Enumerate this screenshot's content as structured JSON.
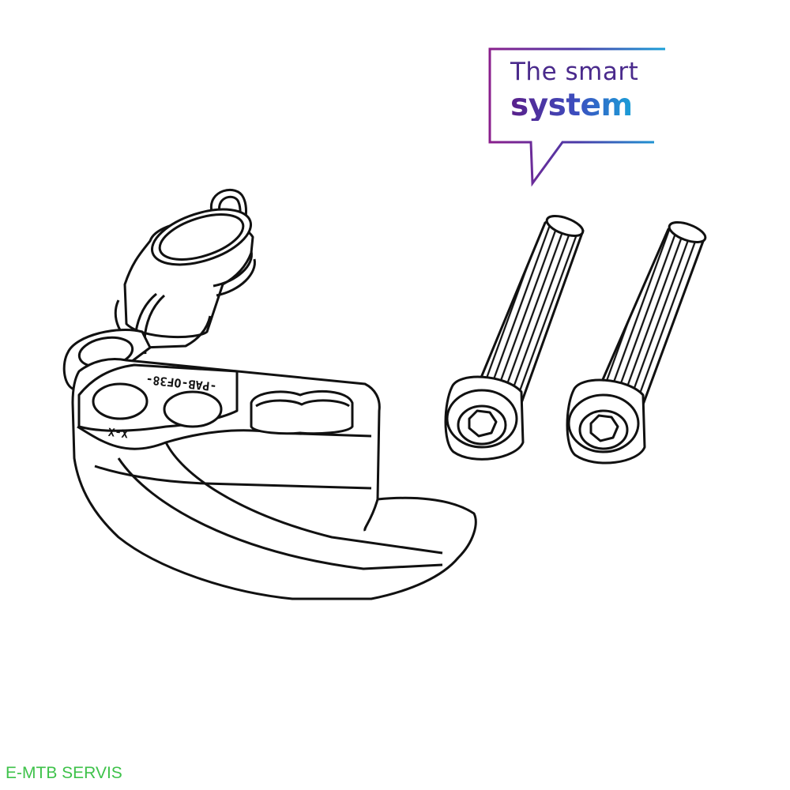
{
  "logo": {
    "line1": "The smart",
    "line2": "system",
    "colors": {
      "purple": "#8a1f8c",
      "violet": "#4a2a8c",
      "blue": "#1aa0d8"
    }
  },
  "illustration": {
    "part_marking_top": "-PAB-OF38-",
    "part_marking_bottom": "X-X",
    "line_color": "#111111"
  },
  "watermark": {
    "text": "E-MTB SERVIS",
    "color": "#3ec24a"
  }
}
